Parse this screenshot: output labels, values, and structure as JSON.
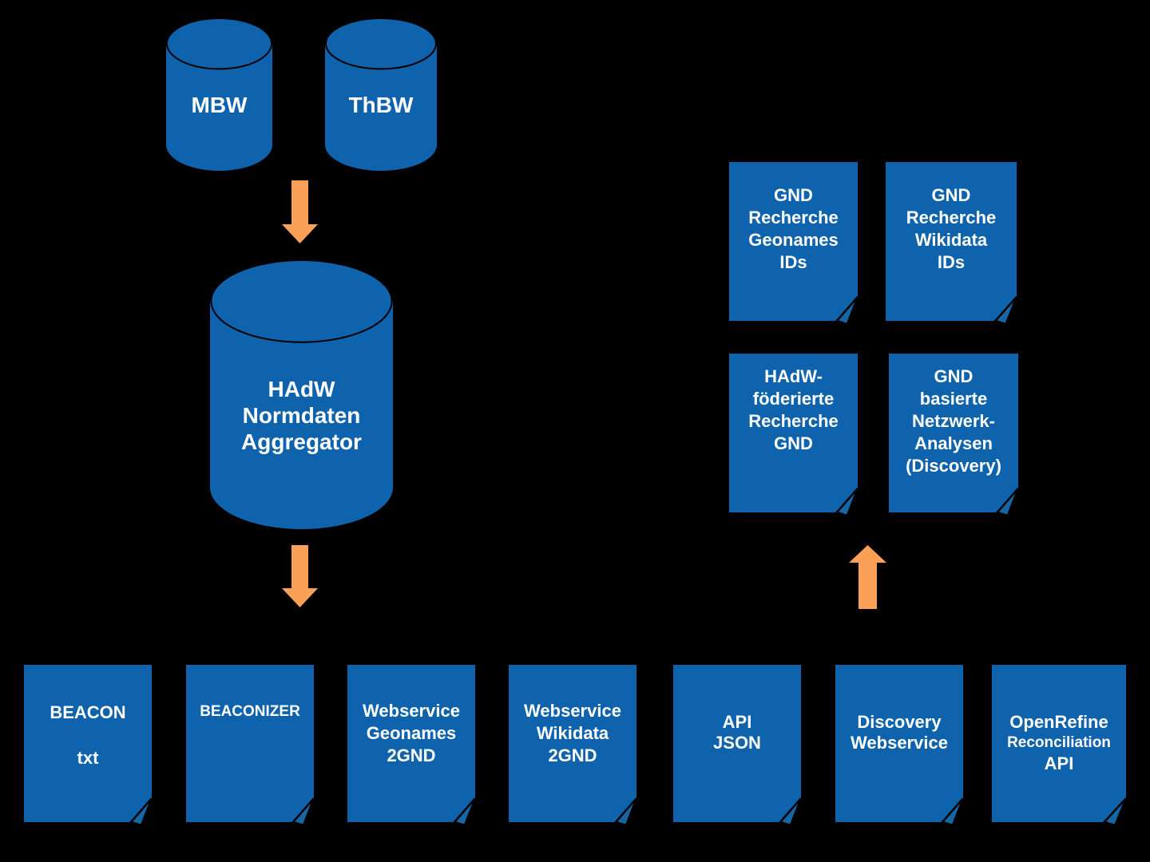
{
  "colors": {
    "background": "#000000",
    "shape_blue": "#0E63AC",
    "fold_blue": "#1566A4",
    "arrow_orange": "#FBA157",
    "outline_black": "#000000",
    "text_white": "#FFFFFF"
  },
  "icons": {
    "arrow_down": "block-arrow-down",
    "arrow_up": "block-arrow-up"
  },
  "cylinders": {
    "mbw": {
      "label": "MBW"
    },
    "thbw": {
      "label": "ThBW"
    },
    "aggregator": {
      "lines": [
        "HAdW",
        "Normdaten",
        "Aggregator"
      ]
    }
  },
  "right_docs": [
    {
      "lines": [
        "GND",
        "Recherche",
        "Geonames",
        "IDs"
      ]
    },
    {
      "lines": [
        "GND",
        "Recherche",
        "Wikidata",
        "IDs"
      ]
    },
    {
      "lines": [
        "HAdW-",
        "föderierte",
        "Recherche",
        "GND"
      ]
    },
    {
      "lines": [
        "GND",
        "basierte",
        "Netzwerk-",
        "Analysen",
        "(Discovery)"
      ]
    }
  ],
  "bottom_docs": [
    {
      "lines": [
        "BEACON",
        "txt"
      ]
    },
    {
      "lines": [
        "BEACONIZER"
      ]
    },
    {
      "lines": [
        "Webservice",
        "Geonames",
        "2GND"
      ]
    },
    {
      "lines": [
        "Webservice",
        "Wikidata",
        "2GND"
      ]
    },
    {
      "lines": [
        "API",
        "JSON"
      ]
    },
    {
      "lines": [
        "Discovery",
        "Webservice"
      ]
    },
    {
      "lines": [
        "OpenRefine",
        "Reconciliation",
        "API"
      ]
    }
  ]
}
